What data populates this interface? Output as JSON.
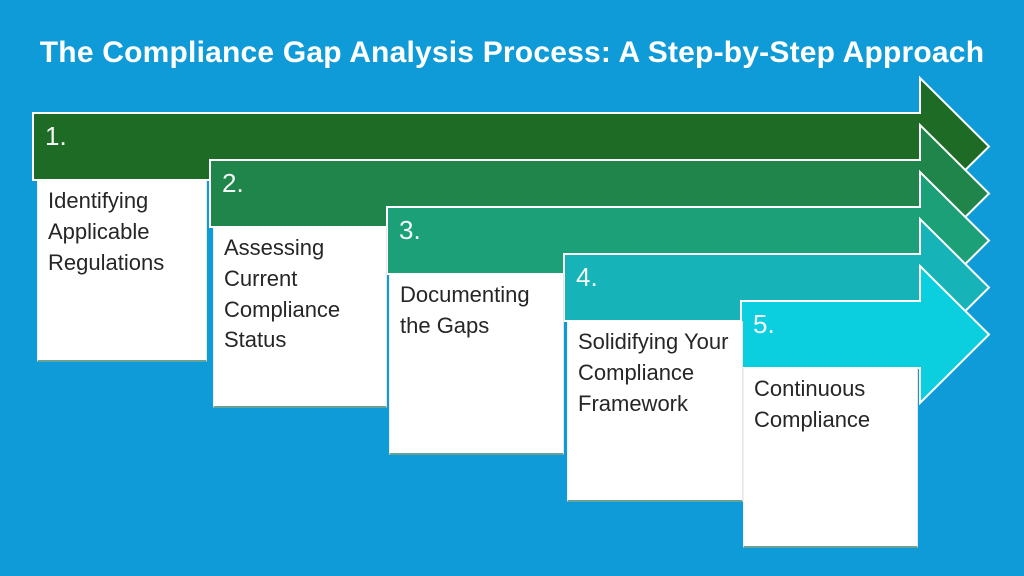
{
  "title": "The Compliance Gap Analysis Process: A Step-by-Step Approach",
  "colors": {
    "background": "#0f9bd7",
    "title_text": "#ffffff",
    "box_background": "#ffffff",
    "box_text": "#262626",
    "arrow_outline": "#ffffff"
  },
  "steps": [
    {
      "number": "1.",
      "label": "Identifying Applicable Regulations",
      "color": "#1e6b26"
    },
    {
      "number": "2.",
      "label": "Assessing Current Compliance Status",
      "color": "#1f854a"
    },
    {
      "number": "3.",
      "label": "Documenting the Gaps",
      "color": "#1ba078"
    },
    {
      "number": "4.",
      "label": "Solidifying Your Compliance Framework",
      "color": "#16b3b8"
    },
    {
      "number": "5.",
      "label": "Continuous Compliance",
      "color": "#0bcede"
    }
  ]
}
